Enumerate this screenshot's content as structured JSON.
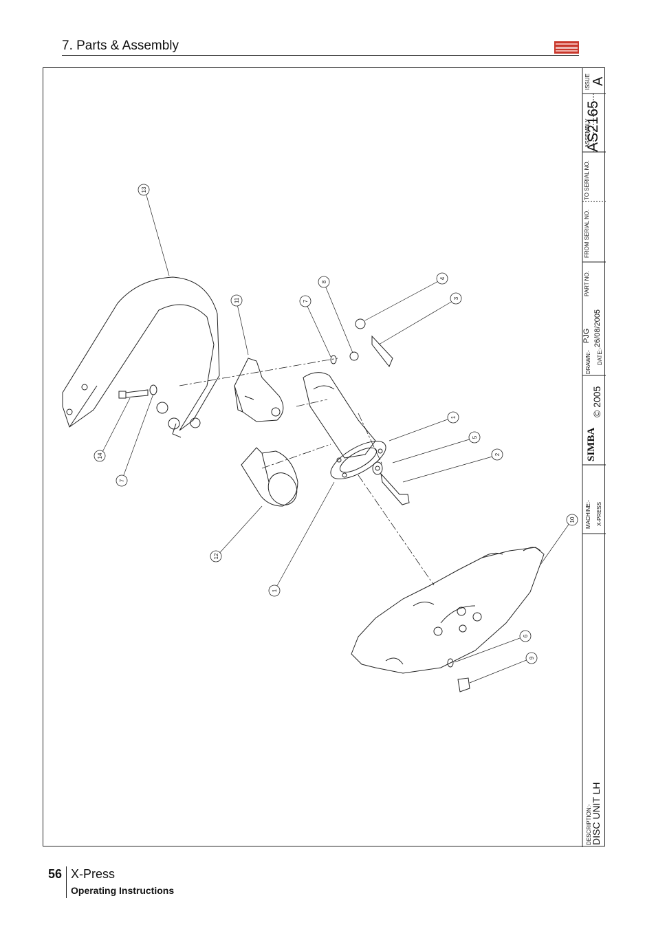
{
  "header": {
    "section_title": "7. Parts & Assembly"
  },
  "title_block": {
    "issue_label": "ISSUE",
    "issue_value": "A",
    "assembly_label": "ASSEMBLY",
    "assembly_value": "AS2165",
    "to_serial_label": "TO SERIAL NO.",
    "from_serial_label": "FROM SERIAL NO.",
    "part_no_label": "PART NO.",
    "drawn_label": "DRAWN:-",
    "drawn_value": "PJG",
    "date_label": "DATE:-",
    "date_value": "26/08/2005",
    "brand": "SIMBA",
    "copyright": "© 2005",
    "machine_label": "MACHINE:-",
    "machine_value": "X-PRESS",
    "description_label": "DESCRIPTION:-",
    "description_value": "DISC UNIT LH"
  },
  "callouts": [
    "13",
    "11",
    "7",
    "8",
    "4",
    "3",
    "1",
    "5",
    "2",
    "14",
    "7",
    "12",
    "1",
    "10",
    "6",
    "9"
  ],
  "footer": {
    "page_number": "56",
    "product": "X-Press",
    "subtitle": "Operating Instructions"
  },
  "colors": {
    "ink": "#222222",
    "logo_red": "#c8372b"
  }
}
